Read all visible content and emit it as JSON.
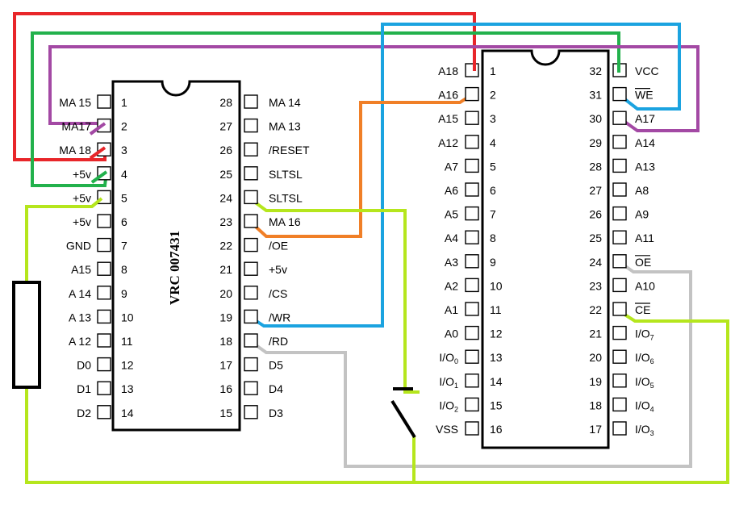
{
  "left_chip": {
    "name": "VRC 007431",
    "left_pins": [
      {
        "num": "1",
        "label": "MA 15"
      },
      {
        "num": "2",
        "label": "MA17"
      },
      {
        "num": "3",
        "label": "MA 18"
      },
      {
        "num": "4",
        "label": "+5v"
      },
      {
        "num": "5",
        "label": "+5v"
      },
      {
        "num": "6",
        "label": "+5v"
      },
      {
        "num": "7",
        "label": "GND"
      },
      {
        "num": "8",
        "label": "A15"
      },
      {
        "num": "9",
        "label": "A 14"
      },
      {
        "num": "10",
        "label": "A 13"
      },
      {
        "num": "11",
        "label": "A 12"
      },
      {
        "num": "12",
        "label": "D0"
      },
      {
        "num": "13",
        "label": "D1"
      },
      {
        "num": "14",
        "label": "D2"
      }
    ],
    "right_pins": [
      {
        "num": "28",
        "label": "MA 14"
      },
      {
        "num": "27",
        "label": "MA 13"
      },
      {
        "num": "26",
        "label": "/RESET"
      },
      {
        "num": "25",
        "label": "SLTSL"
      },
      {
        "num": "24",
        "label": "SLTSL"
      },
      {
        "num": "23",
        "label": "MA 16"
      },
      {
        "num": "22",
        "label": "/OE"
      },
      {
        "num": "21",
        "label": "+5v"
      },
      {
        "num": "20",
        "label": "/CS"
      },
      {
        "num": "19",
        "label": "/WR"
      },
      {
        "num": "18",
        "label": "/RD"
      },
      {
        "num": "17",
        "label": "D5"
      },
      {
        "num": "16",
        "label": "D4"
      },
      {
        "num": "15",
        "label": "D3"
      }
    ]
  },
  "right_chip": {
    "left_pins": [
      {
        "num": "1",
        "label": "A18"
      },
      {
        "num": "2",
        "label": "A16"
      },
      {
        "num": "3",
        "label": "A15"
      },
      {
        "num": "4",
        "label": "A12"
      },
      {
        "num": "5",
        "label": "A7"
      },
      {
        "num": "6",
        "label": "A6"
      },
      {
        "num": "7",
        "label": "A5"
      },
      {
        "num": "8",
        "label": "A4"
      },
      {
        "num": "9",
        "label": "A3"
      },
      {
        "num": "10",
        "label": "A2"
      },
      {
        "num": "11",
        "label": "A1"
      },
      {
        "num": "12",
        "label": "A0"
      },
      {
        "num": "13",
        "label": "I/O",
        "sub": "0"
      },
      {
        "num": "14",
        "label": "I/O",
        "sub": "1"
      },
      {
        "num": "15",
        "label": "I/O",
        "sub": "2"
      },
      {
        "num": "16",
        "label": "VSS"
      }
    ],
    "right_pins": [
      {
        "num": "32",
        "label": "VCC"
      },
      {
        "num": "31",
        "label": "WE",
        "overline": true
      },
      {
        "num": "30",
        "label": "A17"
      },
      {
        "num": "29",
        "label": "A14"
      },
      {
        "num": "28",
        "label": "A13"
      },
      {
        "num": "27",
        "label": "A8"
      },
      {
        "num": "26",
        "label": "A9"
      },
      {
        "num": "25",
        "label": "A11"
      },
      {
        "num": "24",
        "label": "OE",
        "overline": true
      },
      {
        "num": "23",
        "label": "A10"
      },
      {
        "num": "22",
        "label": "CE",
        "overline": true
      },
      {
        "num": "21",
        "label": "I/O",
        "sub": "7"
      },
      {
        "num": "20",
        "label": "I/O",
        "sub": "6"
      },
      {
        "num": "19",
        "label": "I/O",
        "sub": "5"
      },
      {
        "num": "18",
        "label": "I/O",
        "sub": "4"
      },
      {
        "num": "17",
        "label": "I/O",
        "sub": "3"
      }
    ]
  },
  "wire_colors": {
    "red": "#e8262a",
    "green": "#22b14c",
    "purple": "#a349a4",
    "blue": "#1ba3e0",
    "orange": "#f07f27",
    "lime": "#b5e61d",
    "gray": "#c3c3c3"
  }
}
